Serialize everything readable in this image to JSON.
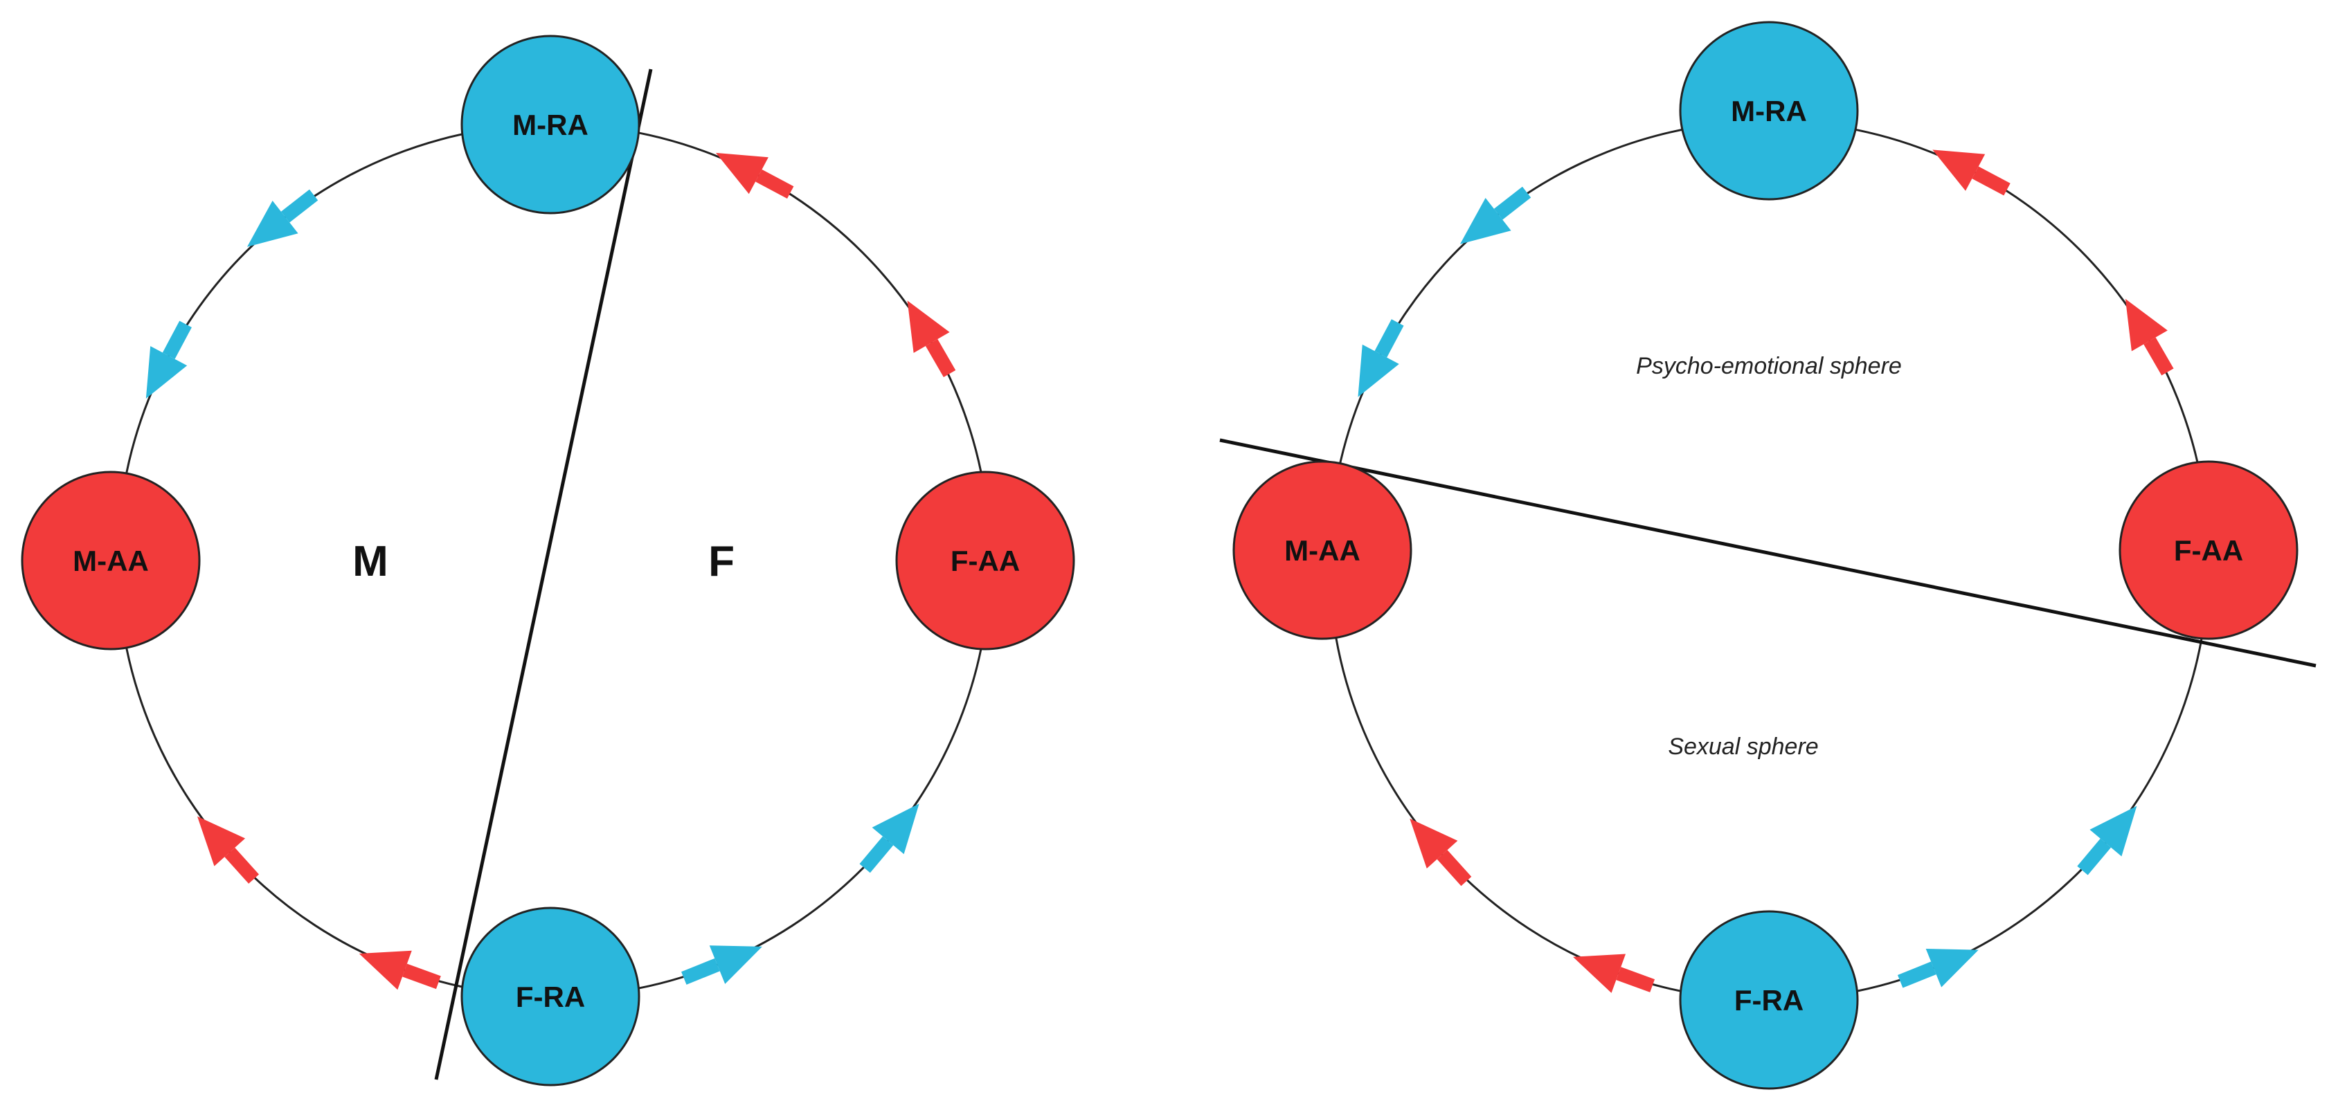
{
  "colors": {
    "red": "#f23b3b",
    "blue": "#2bb7dc",
    "line": "#111111"
  },
  "diagrams": [
    {
      "id": "left",
      "nodes": [
        {
          "id": "m-ra",
          "label": "M-RA",
          "color": "blue"
        },
        {
          "id": "f-aa",
          "label": "F-AA",
          "color": "red"
        },
        {
          "id": "f-ra",
          "label": "F-RA",
          "color": "blue"
        },
        {
          "id": "m-aa",
          "label": "M-AA",
          "color": "red"
        }
      ],
      "region_labels": [
        "M",
        "F"
      ],
      "arrows": [
        {
          "color": "blue",
          "direction": "counterclockwise",
          "from": "m-ra",
          "to": "m-aa"
        },
        {
          "color": "red",
          "direction": "clockwise",
          "from": "m-aa",
          "to": "f-ra"
        },
        {
          "color": "blue",
          "direction": "counterclockwise",
          "from": "f-ra",
          "to": "f-aa"
        },
        {
          "color": "red",
          "direction": "counterclockwise",
          "from": "f-aa",
          "to": "m-ra"
        }
      ]
    },
    {
      "id": "right",
      "nodes": [
        {
          "id": "m-ra",
          "label": "M-RA",
          "color": "blue"
        },
        {
          "id": "f-aa",
          "label": "F-AA",
          "color": "red"
        },
        {
          "id": "f-ra",
          "label": "F-RA",
          "color": "blue"
        },
        {
          "id": "m-aa",
          "label": "M-AA",
          "color": "red"
        }
      ],
      "sphere_labels": [
        "Psycho-emotional sphere",
        "Sexual sphere"
      ],
      "arrows": [
        {
          "color": "blue",
          "direction": "counterclockwise",
          "from": "m-ra",
          "to": "m-aa"
        },
        {
          "color": "red",
          "direction": "clockwise",
          "from": "m-aa",
          "to": "f-ra"
        },
        {
          "color": "blue",
          "direction": "counterclockwise",
          "from": "f-ra",
          "to": "f-aa"
        },
        {
          "color": "red",
          "direction": "counterclockwise",
          "from": "f-aa",
          "to": "m-ra"
        }
      ]
    }
  ]
}
